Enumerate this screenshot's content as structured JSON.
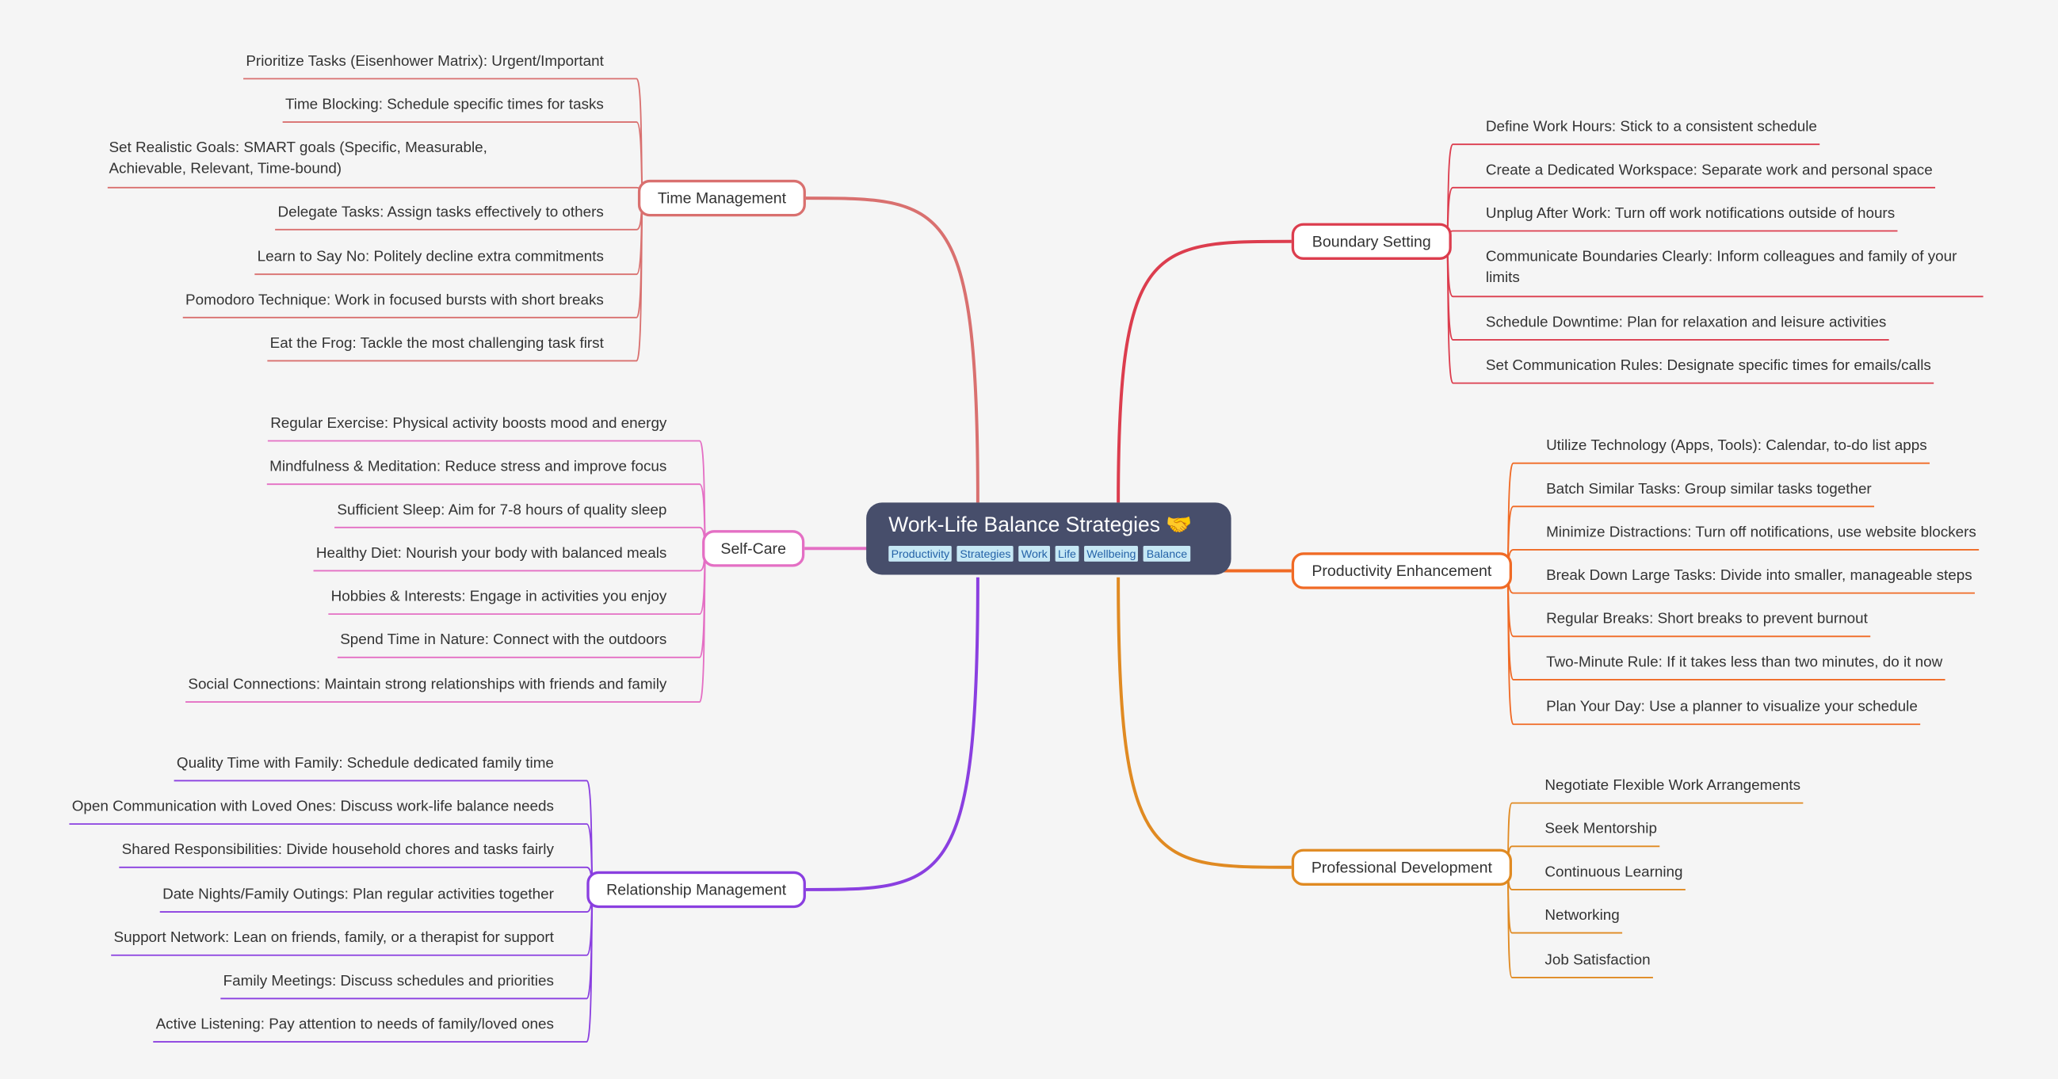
{
  "root": {
    "title": "Work-Life Balance Strategies",
    "emoji": "🤝",
    "tags": [
      "Productivity",
      "Strategies",
      "Work",
      "Life",
      "Wellbeing",
      "Balance"
    ]
  },
  "branches": [
    {
      "id": "time-management",
      "label": "Time Management",
      "color": "#d9706f",
      "side": "left",
      "items": [
        "Prioritize Tasks (Eisenhower Matrix): Urgent/Important",
        "Time Blocking: Schedule specific times for tasks",
        "Set Realistic Goals: SMART goals (Specific, Measurable, Achievable, Relevant, Time-bound)",
        "Delegate Tasks: Assign tasks effectively to others",
        "Learn to Say No: Politely decline extra commitments",
        "Pomodoro Technique: Work in focused bursts with short breaks",
        "Eat the Frog: Tackle the most challenging task first"
      ]
    },
    {
      "id": "self-care",
      "label": "Self-Care",
      "color": "#e46fc4",
      "side": "left",
      "items": [
        "Regular Exercise: Physical activity boosts mood and energy",
        "Mindfulness & Meditation: Reduce stress and improve focus",
        "Sufficient Sleep: Aim for 7-8 hours of quality sleep",
        "Healthy Diet: Nourish your body with balanced meals",
        "Hobbies & Interests: Engage in activities you enjoy",
        "Spend Time in Nature: Connect with the outdoors",
        "Social Connections: Maintain strong relationships with friends and family"
      ]
    },
    {
      "id": "relationship-management",
      "label": "Relationship Management",
      "color": "#8a3fe0",
      "side": "left",
      "items": [
        "Quality Time with Family: Schedule dedicated family time",
        "Open Communication with Loved Ones: Discuss work-life balance needs",
        "Shared Responsibilities: Divide household chores and tasks fairly",
        "Date Nights/Family Outings: Plan regular activities together",
        "Support Network: Lean on friends, family, or a therapist for support",
        "Family Meetings: Discuss schedules and priorities",
        "Active Listening: Pay attention to needs of family/loved ones"
      ]
    },
    {
      "id": "boundary-setting",
      "label": "Boundary Setting",
      "color": "#dc3d4e",
      "side": "right",
      "items": [
        "Define Work Hours: Stick to a consistent schedule",
        "Create a Dedicated Workspace: Separate work and personal space",
        "Unplug After Work: Turn off work notifications outside of hours",
        "Communicate Boundaries Clearly: Inform colleagues and family of your limits",
        "Schedule Downtime: Plan for relaxation and leisure activities",
        "Set Communication Rules: Designate specific times for emails/calls"
      ]
    },
    {
      "id": "productivity-enhancement",
      "label": "Productivity Enhancement",
      "color": "#f06a25",
      "side": "right",
      "items": [
        "Utilize Technology (Apps, Tools): Calendar, to-do list apps",
        "Batch Similar Tasks: Group similar tasks together",
        "Minimize Distractions: Turn off notifications, use website blockers",
        "Break Down Large Tasks: Divide into smaller, manageable steps",
        "Regular Breaks: Short breaks to prevent burnout",
        "Two-Minute Rule: If it takes less than two minutes, do it now",
        "Plan Your Day: Use a planner to visualize your schedule"
      ]
    },
    {
      "id": "professional-development",
      "label": "Professional Development",
      "color": "#e08a22",
      "side": "right",
      "items": [
        "Negotiate Flexible Work Arrangements",
        "Seek Mentorship",
        "Continuous Learning",
        "Networking",
        "Job Satisfaction"
      ]
    }
  ]
}
